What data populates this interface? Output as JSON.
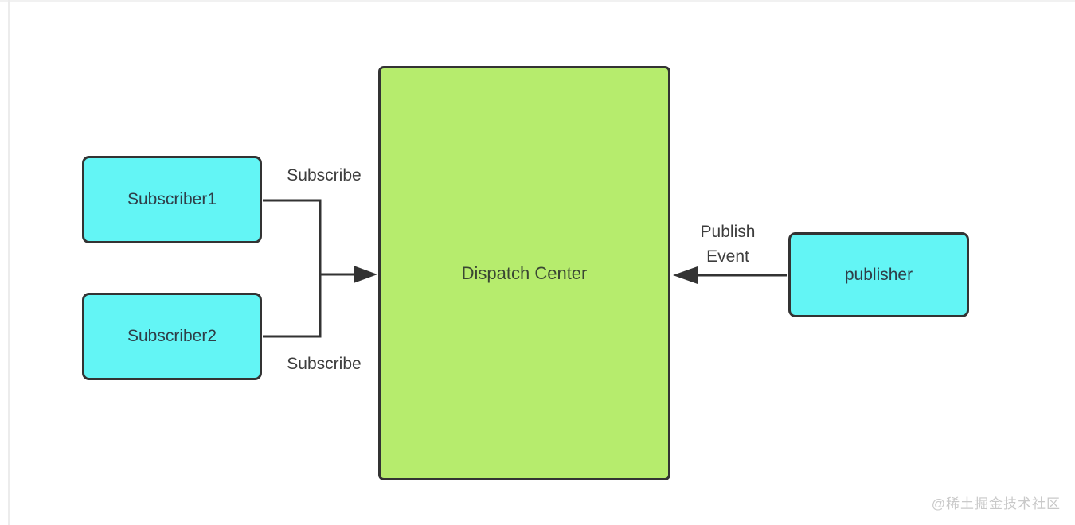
{
  "diagram": {
    "title_hint": "publish-subscribe pattern",
    "nodes": {
      "subscriber1": {
        "label": "Subscriber1"
      },
      "subscriber2": {
        "label": "Subscriber2"
      },
      "dispatch_center": {
        "label": "Dispatch Center"
      },
      "publisher": {
        "label": "publisher"
      }
    },
    "edge_labels": {
      "subscribe_top": "Subscribe",
      "subscribe_bottom": "Subscribe",
      "publish_line1": "Publish",
      "publish_line2": "Event"
    },
    "colors": {
      "subscriber_fill": "#63f5f5",
      "dispatch_fill": "#b6ec6d",
      "border": "#333333",
      "line": "#333333",
      "label_text": "#3d3d3d",
      "watermark_text": "#c9c9c9"
    }
  },
  "watermark": {
    "text": "@稀土掘金技术社区"
  }
}
